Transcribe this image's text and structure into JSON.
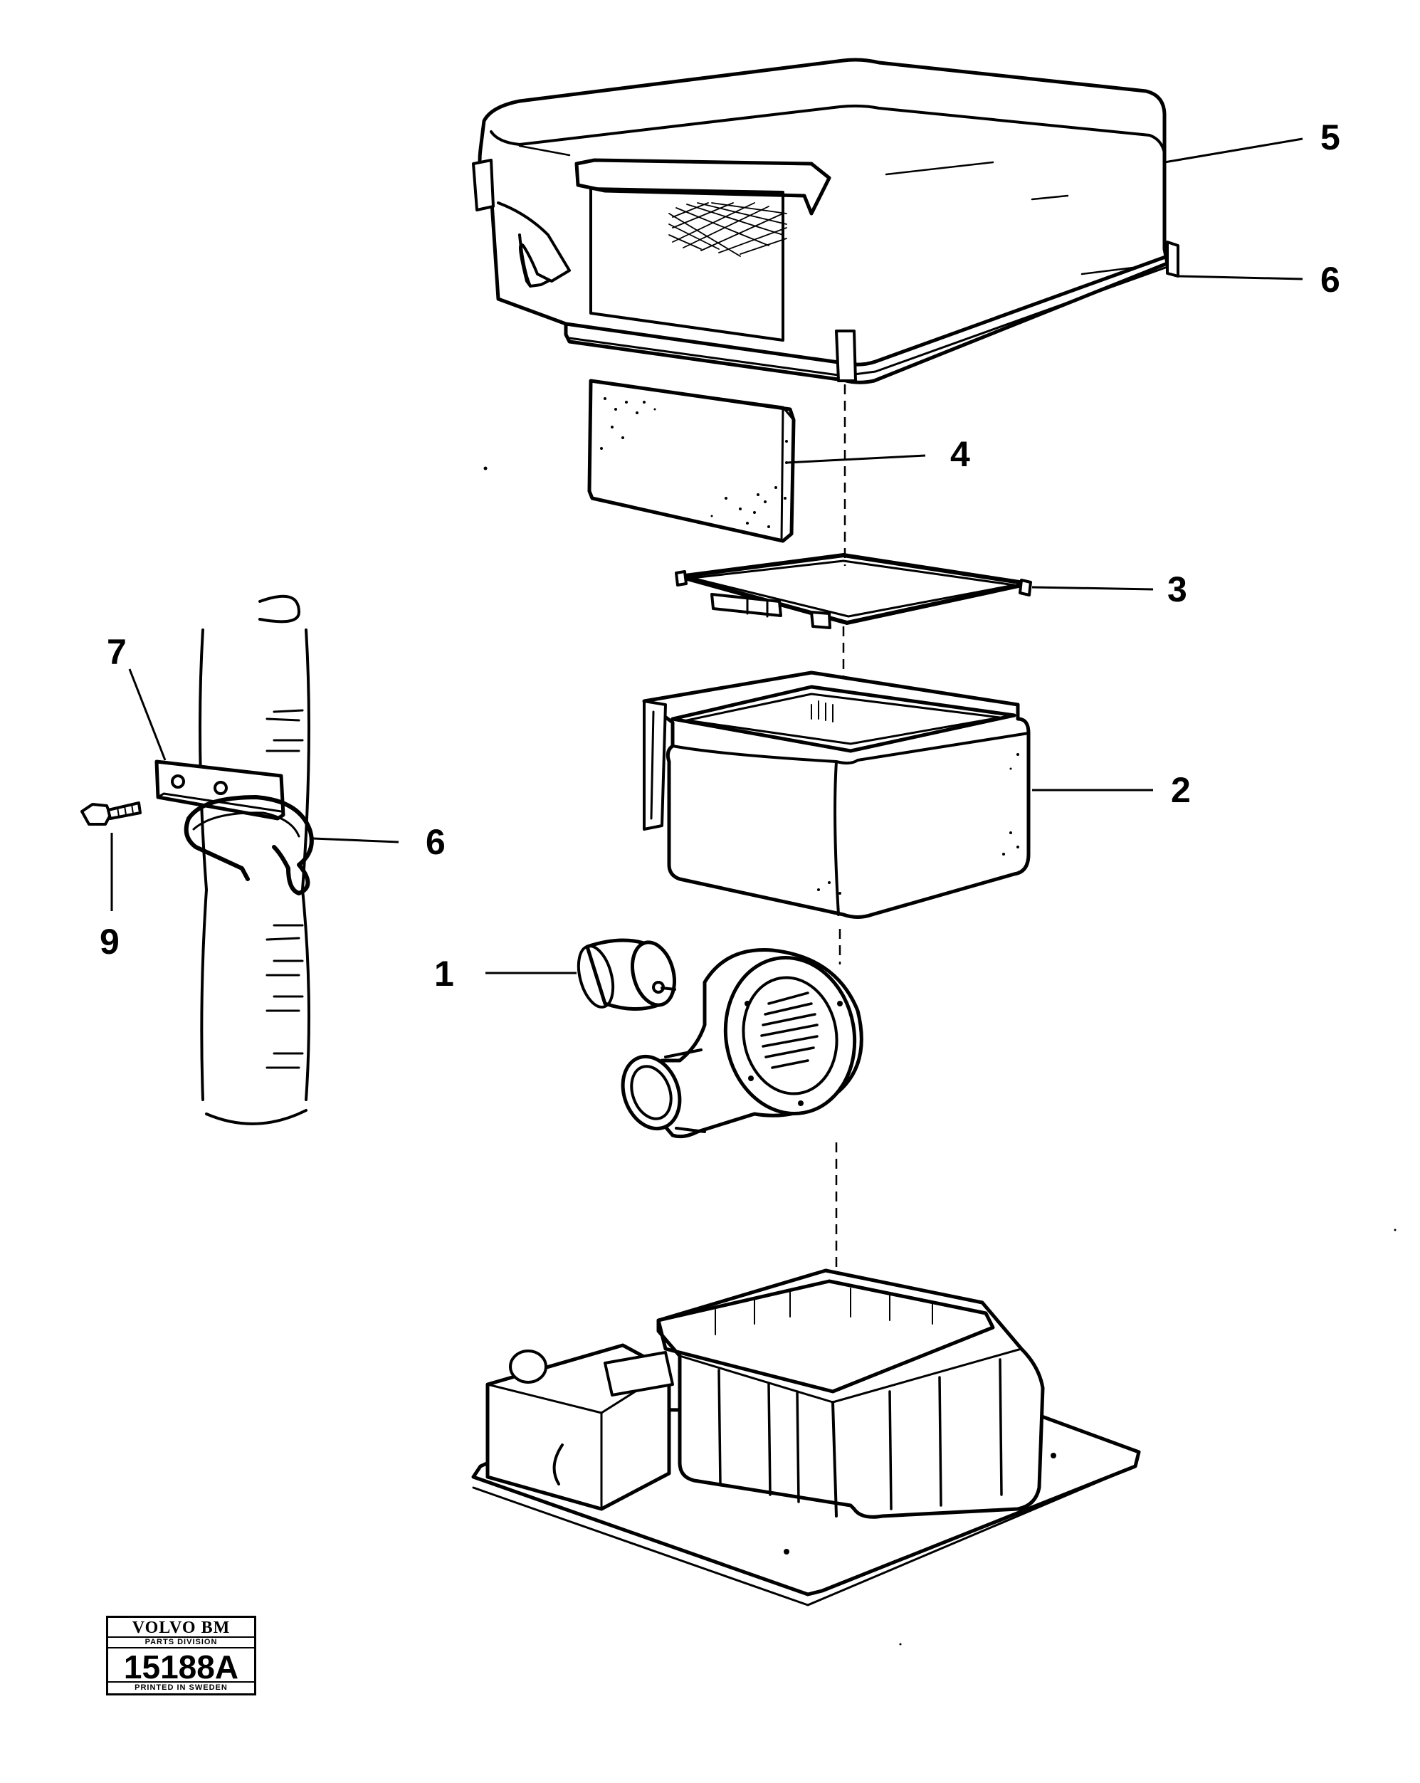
{
  "callouts": {
    "item_1": "1",
    "item_2": "2",
    "item_3": "3",
    "item_4": "4",
    "item_5": "5",
    "item_6_cover": "6",
    "item_6_clamp": "6",
    "item_7": "7",
    "item_9": "9"
  },
  "badge": {
    "brand": "VOLVO BM",
    "division": "PARTS DIVISION",
    "number": "15188A",
    "printed": "PRINTED IN SWEDEN"
  },
  "colors": {
    "ink": "#000000",
    "paper": "#ffffff"
  }
}
